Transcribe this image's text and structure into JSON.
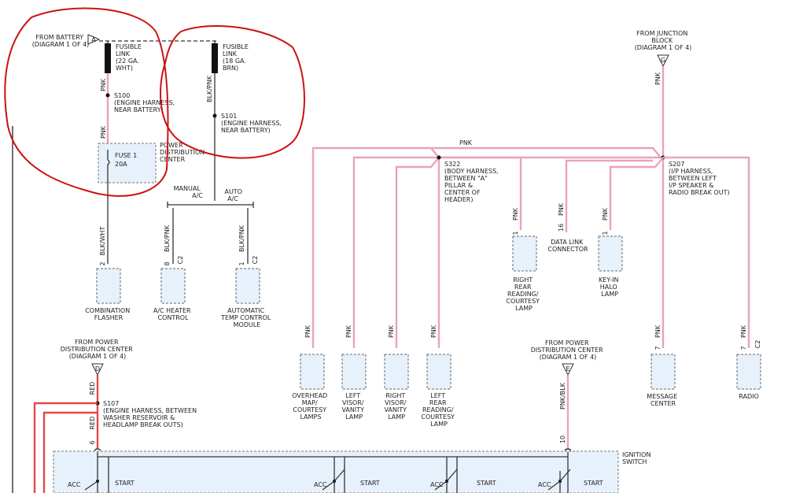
{
  "top_left": {
    "from_battery": [
      "FROM BATTERY",
      "(DIAGRAM 1 OF 4)"
    ],
    "connector_a": "A",
    "fusible_link_1": [
      "FUSIBLE",
      "LINK",
      "(22 GA.",
      "WHT)"
    ],
    "fusible_link_2": [
      "FUSIBLE",
      "LINK",
      "(18 GA.",
      "BRN)"
    ],
    "s100": [
      "S100",
      "(ENGINE HARNESS,",
      "NEAR BATTERY)"
    ],
    "s101": [
      "S101",
      "(ENGINE HARNESS,",
      "NEAR BATTERY)"
    ],
    "fuse": [
      "FUSE 1",
      "20A"
    ],
    "pdc": [
      "POWER",
      "DISTRIBUTION",
      "CENTER"
    ],
    "manual_ac": [
      "MANUAL",
      "A/C"
    ],
    "auto_ac": [
      "AUTO",
      "A/C"
    ],
    "wire_pnk": "PNK",
    "wire_blkpnk": "BLK/PNK",
    "wire_blkwht": "BLK/WHT",
    "pin_2": "2",
    "pin_8": "8",
    "pin_1": "1",
    "conn_c2": "C2",
    "combination_flasher": [
      "COMBINATION",
      "FLASHER"
    ],
    "ac_heater_control": [
      "A/C HEATER",
      "CONTROL"
    ],
    "auto_temp_module": [
      "AUTOMATIC",
      "TEMP CONTROL",
      "MODULE"
    ]
  },
  "bottom_left": {
    "from_pdc": [
      "FROM POWER",
      "DISTRIBUTION CENTER",
      "(DIAGRAM 1 OF 4)"
    ],
    "connector_d": "D",
    "wire_red": "RED",
    "s107": [
      "S107",
      "(ENGINE HARNESS, BETWEEN",
      "WASHER RESERVOIR &",
      "HEADLAMP BREAK OUTS)"
    ],
    "pin_6": "6"
  },
  "center": {
    "wire_pnk": "PNK",
    "s322": [
      "S322",
      "(BODY HARNESS,",
      "BETWEEN \"A\"",
      "PILLAR &",
      "CENTER OF",
      "HEADER)"
    ],
    "pin_1": "1",
    "overhead_map": [
      "OVERHEAD",
      "MAP/",
      "COURTESY",
      "LAMPS"
    ],
    "left_visor": [
      "LEFT",
      "VISOR/",
      "VANITY",
      "LAMP"
    ],
    "right_visor": [
      "RIGHT",
      "VISOR/",
      "VANITY",
      "LAMP"
    ],
    "left_rear_reading": [
      "LEFT",
      "REAR",
      "READING/",
      "COURTESY",
      "LAMP"
    ],
    "right_rear_reading": [
      "RIGHT",
      "REAR",
      "READING/",
      "COURTESY",
      "LAMP"
    ]
  },
  "right": {
    "from_junction": [
      "FROM JUNCTION",
      "BLOCK",
      "(DIAGRAM 1 OF 4)"
    ],
    "connector_g": "G",
    "wire_pnk": "PNK",
    "s207": [
      "S207",
      "(I/P HARNESS,",
      "BETWEEN LEFT",
      "I/P SPEAKER &",
      "RADIO BREAK OUT)"
    ],
    "pin_16": "16",
    "pin_1": "1",
    "pin_7": "7",
    "conn_c2": "C2",
    "data_link": [
      "DATA LINK",
      "CONNECTOR"
    ],
    "key_in_halo": [
      "KEY-IN",
      "HALO",
      "LAMP"
    ],
    "message_center": [
      "MESSAGE",
      "CENTER"
    ],
    "radio": "RADIO"
  },
  "bottom_right": {
    "from_pdc": [
      "FROM POWER",
      "DISTRIBUTION CENTER",
      "(DIAGRAM 1 OF 4)"
    ],
    "connector_e": "E",
    "wire_pnkblk": "PNK/BLK",
    "pin_10": "10",
    "ignition_switch": [
      "IGNITION",
      "SWITCH"
    ],
    "acc": "ACC",
    "start": "START"
  }
}
